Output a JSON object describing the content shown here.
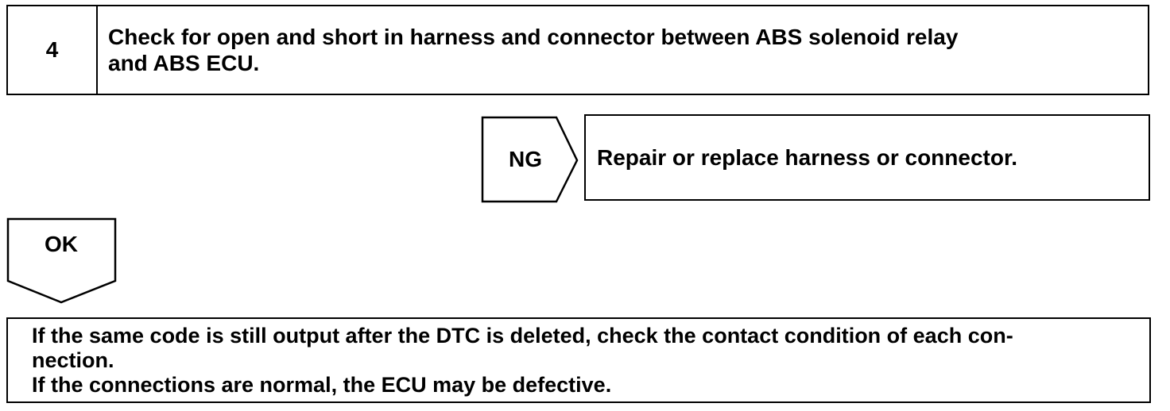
{
  "step": {
    "number": "4",
    "title_line1": "Check for open and short in harness and connector between ABS solenoid relay",
    "title_line2": "and ABS ECU."
  },
  "ng": {
    "label": "NG",
    "action": "Repair or replace harness or connector."
  },
  "ok": {
    "label": "OK"
  },
  "note": {
    "line1": "If the same code is still output after the DTC is deleted, check the contact condition of each con-",
    "line2": "nection.",
    "line3": "If the connections are normal, the ECU may be defective."
  }
}
